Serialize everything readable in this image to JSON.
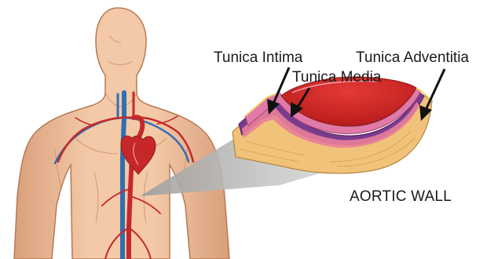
{
  "labels": {
    "tunica_intima": "Tunica Intima",
    "tunica_media": "Tunica Media",
    "tunica_adventitia": "Tunica Adventitia",
    "aortic_wall": "AORTIC WALL"
  },
  "colors": {
    "skin": "#f2c7a4",
    "skin_shade": "#d9a07a",
    "artery": "#c62828",
    "vein": "#2f6fb5",
    "intima": "#e07aa8",
    "media": "#7a3b8f",
    "adventitia": "#f0c27a",
    "lumen": "#d32f2f",
    "callout": "#b8b8b8"
  },
  "icons": [
    "human-torso-figure",
    "aorta-vessel",
    "aortic-wall-cross-section",
    "pointer-arrow"
  ]
}
